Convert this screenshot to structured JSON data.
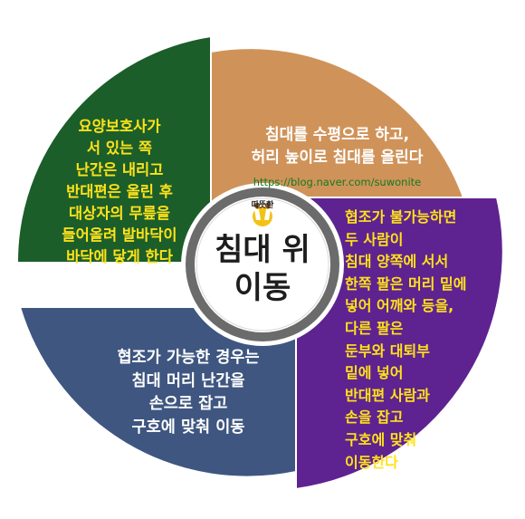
{
  "center": {
    "logo_text": "따뜻한",
    "title_lines": [
      "침대 위",
      "이동"
    ]
  },
  "quadrants": {
    "top_left": {
      "color": "#1b5e2a",
      "lines": [
        "요양보호사가",
        "서 있는 쪽",
        "난간은 내리고",
        "반대편은 올린 후",
        "대상자의 무릎을",
        "들어올려 발바닥이",
        "바닥에 닿게 한다"
      ]
    },
    "top_right": {
      "color": "#cf935a",
      "lines": [
        "침대를 수평으로 하고,",
        "허리 높이로 침대를 올린다"
      ],
      "url": "https://blog.naver.com/suwonite"
    },
    "bottom_right": {
      "color": "#5e2390",
      "lines": [
        "협조가 불가능하면",
        "두 사람이",
        "침대 양쪽에 서서",
        "한쪽 팔은 머리 밑에",
        "넣어 어깨와 등을,",
        "다른 팔은",
        "둔부와 대퇴부",
        "밑에 넣어",
        "반대편 사람과",
        "손을 잡고",
        "구호에 맞춰",
        "이동한다"
      ]
    },
    "bottom_left": {
      "color": "#3e5680",
      "lines": [
        "협조가 가능한 경우는",
        "침대 머리 난간을",
        "손으로 잡고",
        "구호에 맞춰 이동"
      ]
    }
  },
  "colors": {
    "text_yellow": "#ffe21a",
    "text_white": "#ffffff",
    "url_green": "#127a21",
    "center_ring": "#6b6b6b"
  }
}
